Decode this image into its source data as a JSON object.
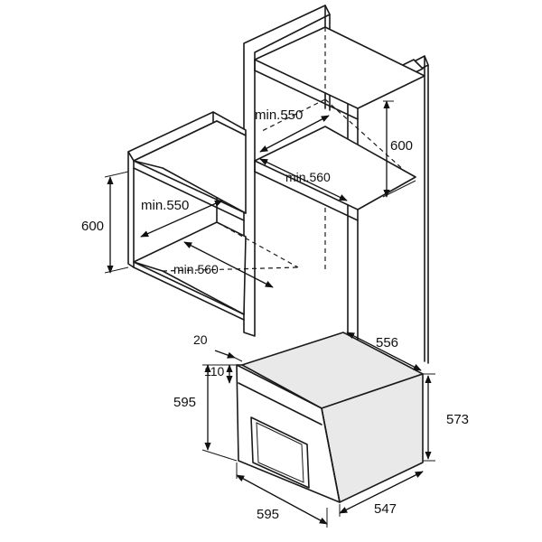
{
  "labels": {
    "upper_depth": "min.550",
    "upper_height": "600",
    "upper_width": "min.560",
    "lower_depth": "min.550",
    "lower_height": "600",
    "lower_width": "min.560",
    "panel_thickness": "20",
    "control_panel_height": "110",
    "front_height": "595",
    "body_width": "556",
    "body_height": "573",
    "front_width": "595",
    "body_depth": "547"
  }
}
